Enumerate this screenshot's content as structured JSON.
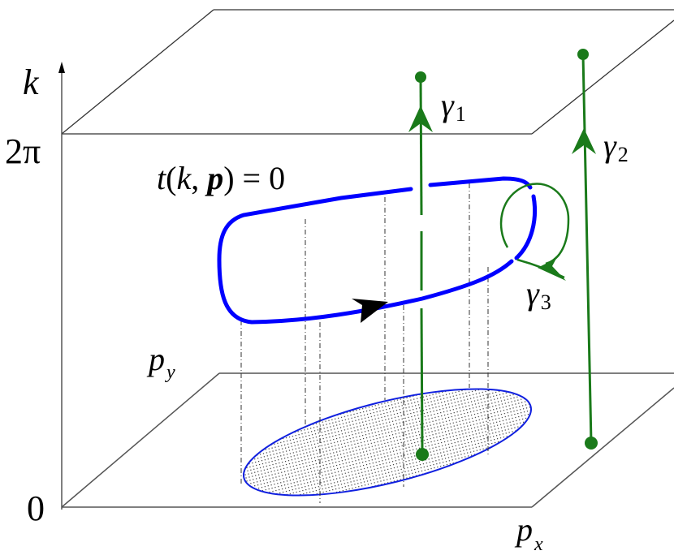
{
  "figure": {
    "description": "3D Brillouin-zone box (k, p_x, p_y) with a closed curve t(k,p)=0 and Wilson-loop paths gamma_1, gamma_2, gamma_3",
    "colors": {
      "box": "#555555",
      "curve": "#0000ff",
      "paths": "#1a7a1a",
      "projection_fill": "#e6e6e6",
      "arrow": "#000000"
    }
  },
  "axes": {
    "k": {
      "label": "k",
      "ticks": [
        "0",
        "2π"
      ]
    },
    "px": {
      "label": "p",
      "sub": "x"
    },
    "py": {
      "label": "p",
      "sub": "y"
    }
  },
  "equation": {
    "lhs_fn": "t",
    "open": "(",
    "arg1": "k",
    "comma": ",",
    "arg2": "p",
    "close": ")",
    "eq": "= 0"
  },
  "paths": [
    {
      "name": "γ",
      "sub": "1"
    },
    {
      "name": "γ",
      "sub": "2"
    },
    {
      "name": "γ",
      "sub": "3"
    }
  ]
}
